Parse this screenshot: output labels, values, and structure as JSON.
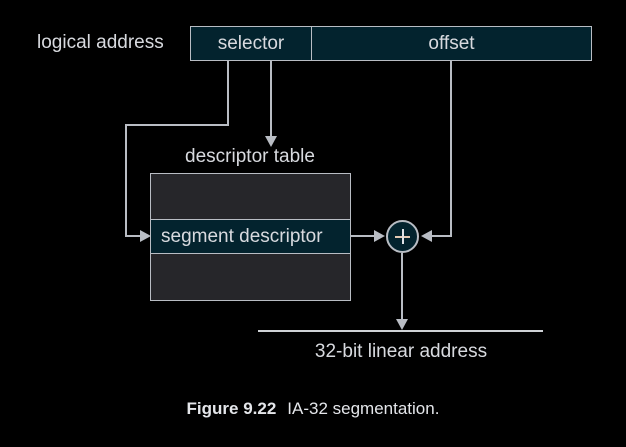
{
  "figure": {
    "number_label": "Figure 9.22",
    "title": "IA-32 segmentation."
  },
  "diagram": {
    "type": "block-diagram",
    "background_color": "#000000",
    "line_color": "#b9bdc4",
    "text_color": "#d8dadf",
    "fill_teal": "#03232e",
    "fill_gray": "#26262a",
    "logical_address": {
      "label": "logical address",
      "fields": [
        {
          "name": "selector",
          "label": "selector"
        },
        {
          "name": "offset",
          "label": "offset"
        }
      ]
    },
    "descriptor_table": {
      "label": "descriptor table",
      "rows": [
        {
          "label": "",
          "highlighted": false
        },
        {
          "label": "segment descriptor",
          "highlighted": true
        },
        {
          "label": "",
          "highlighted": false
        }
      ]
    },
    "adder": {
      "symbol": "+",
      "name": "adder-node"
    },
    "output": {
      "label": "32-bit linear address"
    },
    "edges": [
      {
        "from": "selector",
        "to": "descriptor-table",
        "style": "arrow-down"
      },
      {
        "from": "selector",
        "to": "segment-descriptor",
        "style": "elbow-left-arrow-right"
      },
      {
        "from": "segment-descriptor",
        "to": "adder",
        "style": "arrow-right"
      },
      {
        "from": "offset",
        "to": "adder",
        "style": "elbow-right-arrow-left"
      },
      {
        "from": "adder",
        "to": "32-bit-linear-address",
        "style": "arrow-down"
      }
    ]
  }
}
